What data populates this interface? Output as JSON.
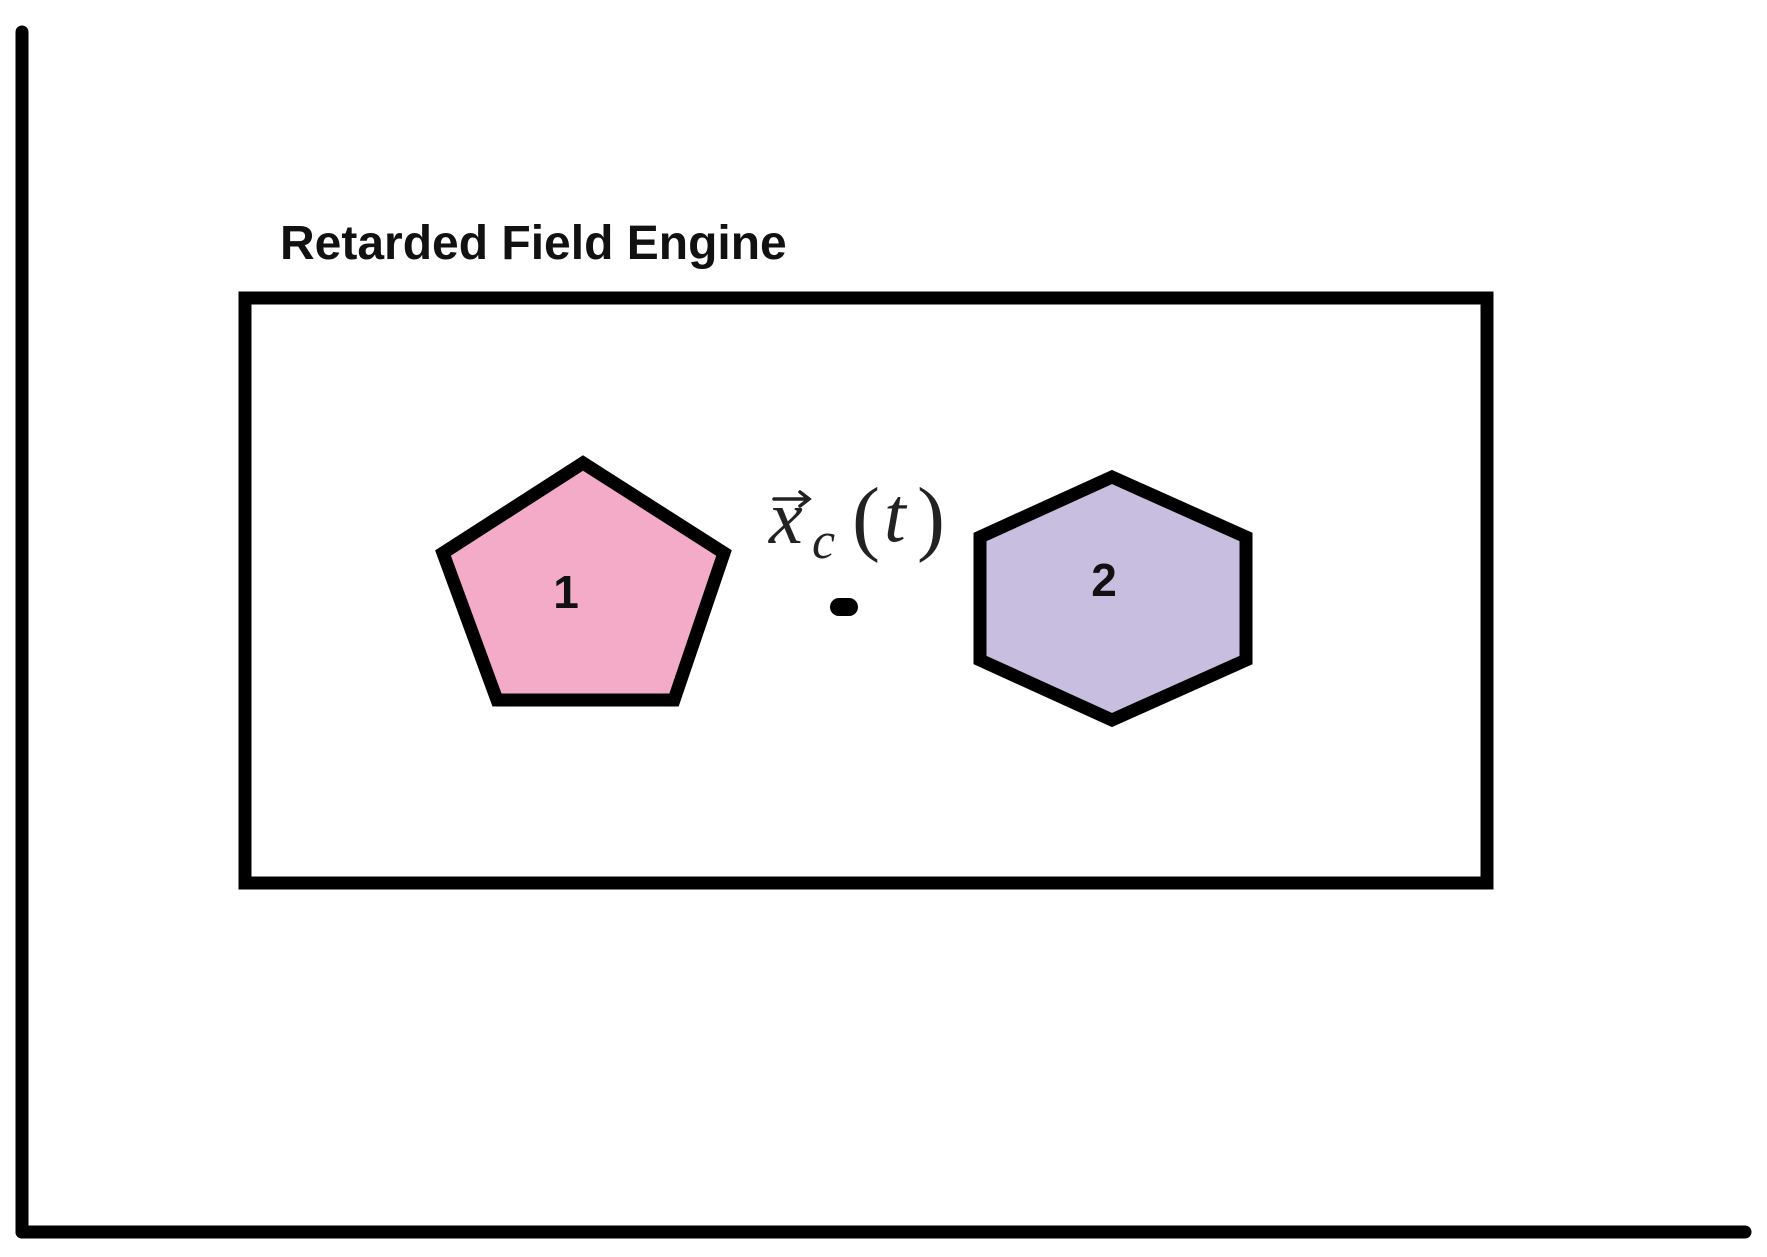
{
  "diagram": {
    "engine_label": "Retarded Field Engine",
    "center_label": {
      "vector_symbol": "x",
      "subscript": "c",
      "argument": "t",
      "open_paren": "(",
      "close_paren": ")"
    },
    "shapes": [
      {
        "label": "1",
        "kind": "pentagon",
        "fill": "#f4abc8"
      },
      {
        "label": "2",
        "kind": "hexagon",
        "fill": "#c8bfe0"
      }
    ],
    "colors": {
      "stroke": "#000000",
      "background": "#ffffff"
    }
  }
}
